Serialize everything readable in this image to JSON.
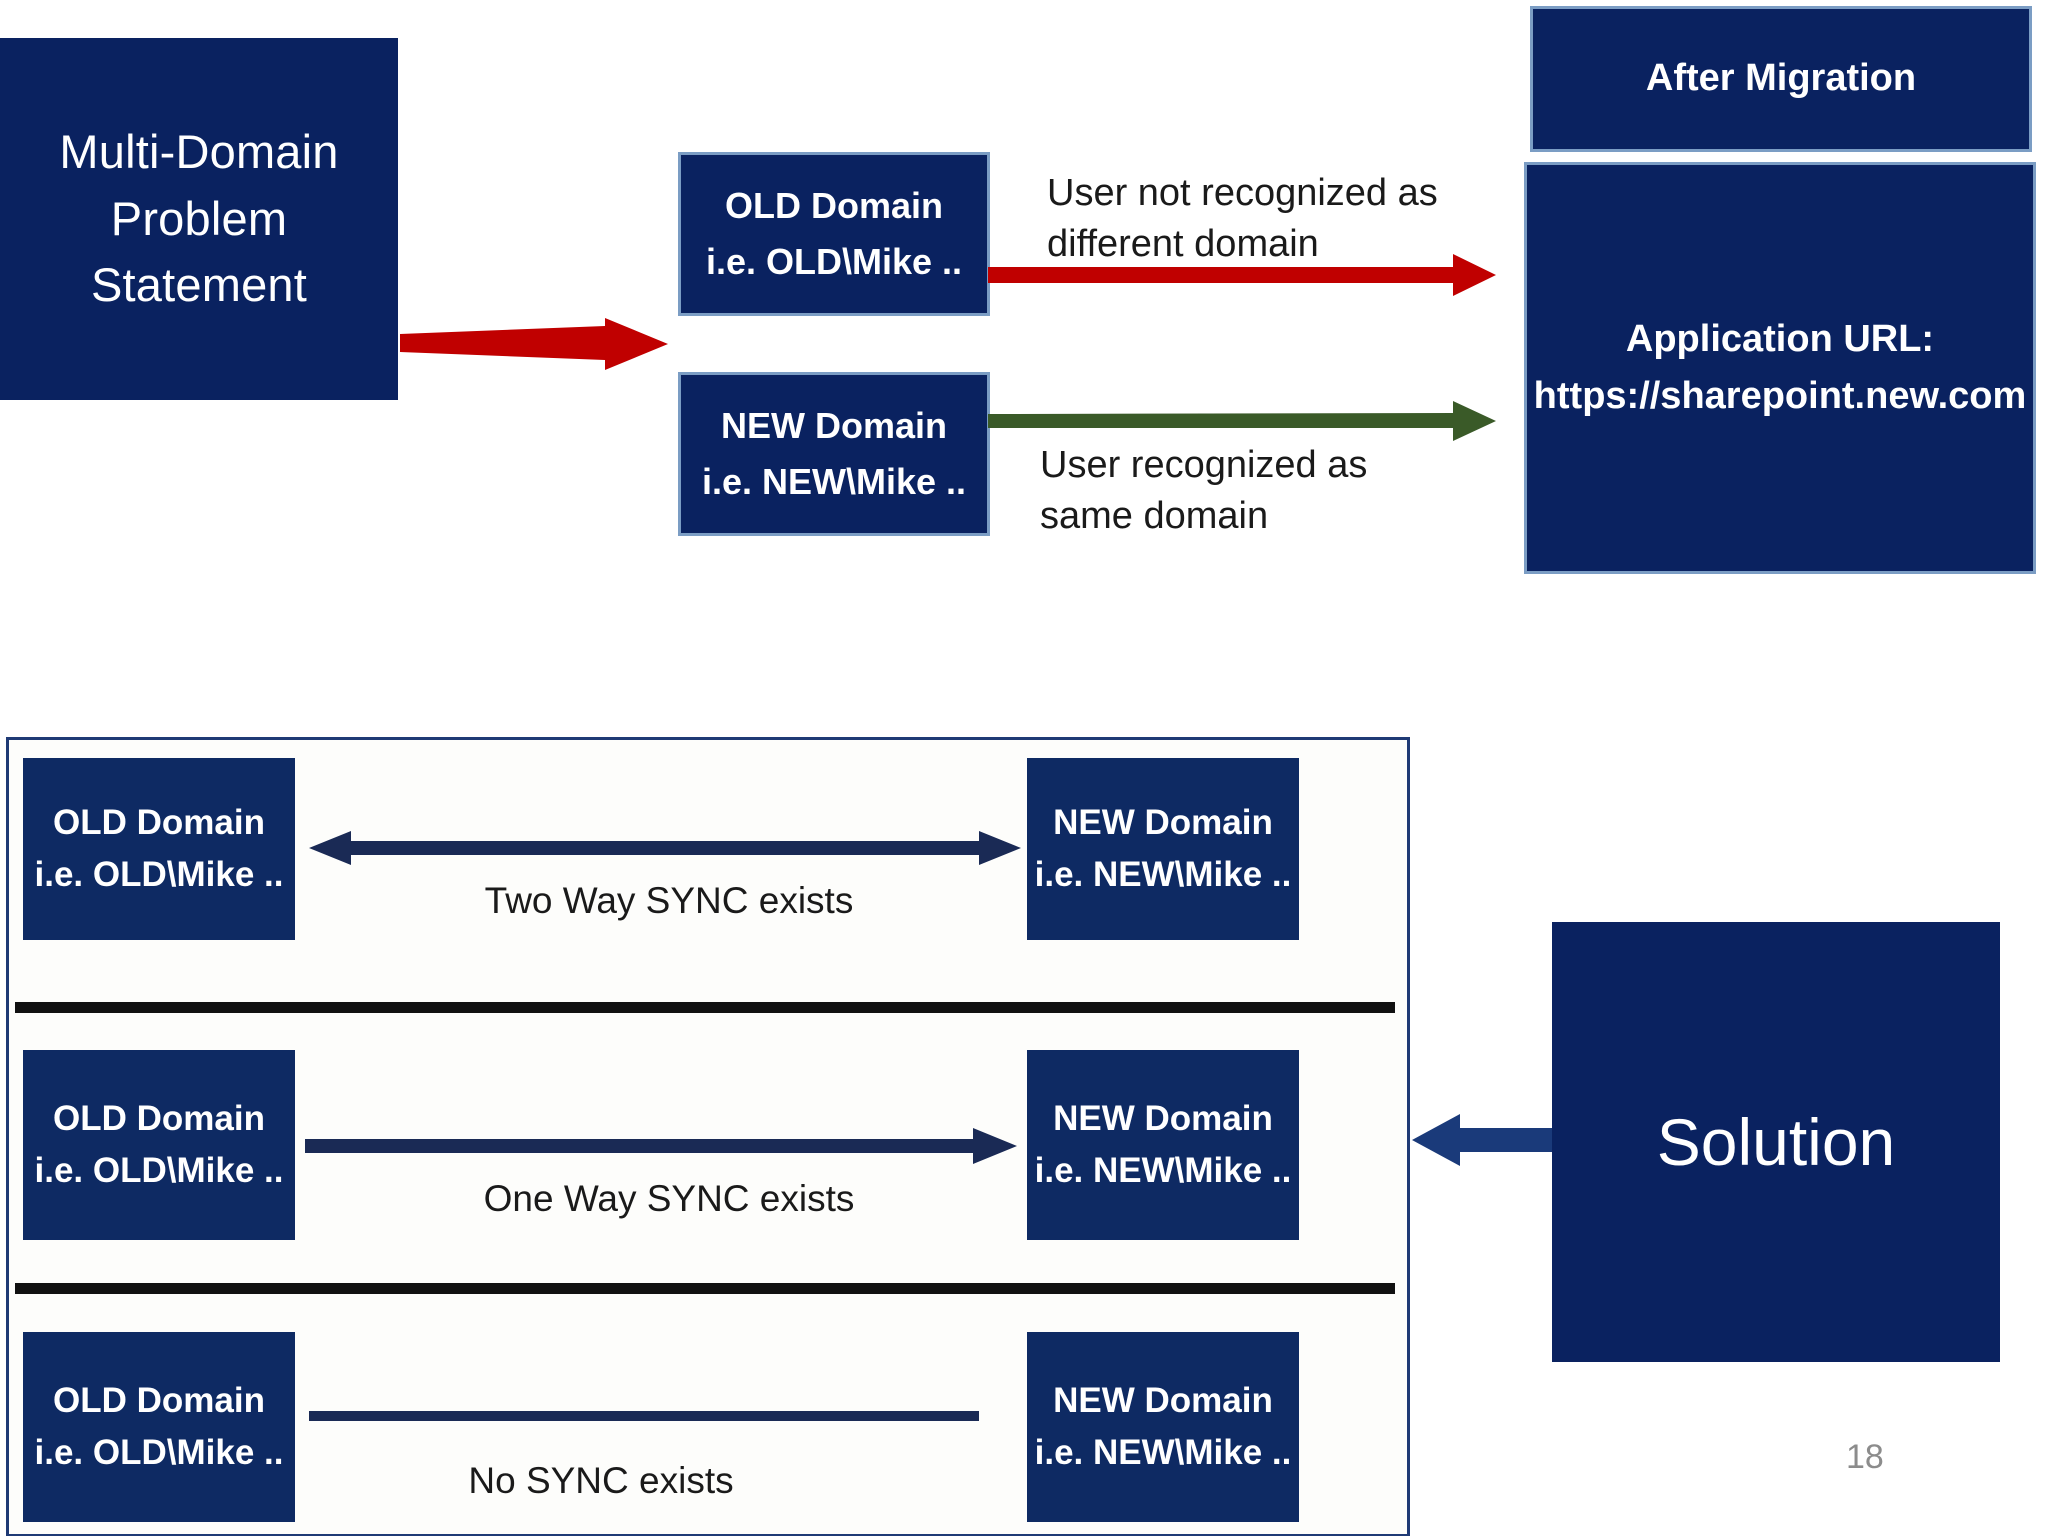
{
  "slide": {
    "page_number": "18",
    "colors": {
      "navy": "#0a2260",
      "navy_alt": "#0e2a63",
      "box_border": "#7b9dc4",
      "panel_border": "#1f3a75",
      "red_arrow": "#c00000",
      "green_arrow": "#3a5a28",
      "dark_arrow": "#1a2a55",
      "separator": "#111111",
      "page_number_color": "#8c8c8c",
      "background": "#ffffff"
    }
  },
  "problem": {
    "title_lines": [
      "Multi-Domain",
      "Problem",
      "Statement"
    ],
    "line1": "Multi-Domain",
    "line2": "Problem",
    "line3": "Statement"
  },
  "top_domains": {
    "old": {
      "line1": "OLD Domain",
      "line2": "i.e. OLD\\Mike .."
    },
    "new": {
      "line1": "NEW Domain",
      "line2": "i.e. NEW\\Mike .."
    }
  },
  "captions": {
    "not_recognized": "User not recognized as different domain",
    "recognized": "User recognized as same domain"
  },
  "after_migration": {
    "header": "After Migration",
    "url_label": "Application URL:",
    "url_value": "https://sharepoint.new.com"
  },
  "sync_panel": {
    "rows": [
      {
        "label": "Two Way SYNC exists",
        "arrow_type": "two-way",
        "left": {
          "line1": "OLD Domain",
          "line2": "i.e. OLD\\Mike .."
        },
        "right": {
          "line1": "NEW Domain",
          "line2": "i.e. NEW\\Mike .."
        }
      },
      {
        "label": "One Way SYNC exists",
        "arrow_type": "one-way",
        "left": {
          "line1": "OLD Domain",
          "line2": "i.e. OLD\\Mike .."
        },
        "right": {
          "line1": "NEW Domain",
          "line2": "i.e. NEW\\Mike .."
        }
      },
      {
        "label": "No SYNC exists",
        "arrow_type": "none",
        "left": {
          "line1": "OLD Domain",
          "line2": "i.e. OLD\\Mike .."
        },
        "right": {
          "line1": "NEW Domain",
          "line2": "i.e. NEW\\Mike .."
        }
      }
    ]
  },
  "solution": {
    "label": "Solution"
  }
}
